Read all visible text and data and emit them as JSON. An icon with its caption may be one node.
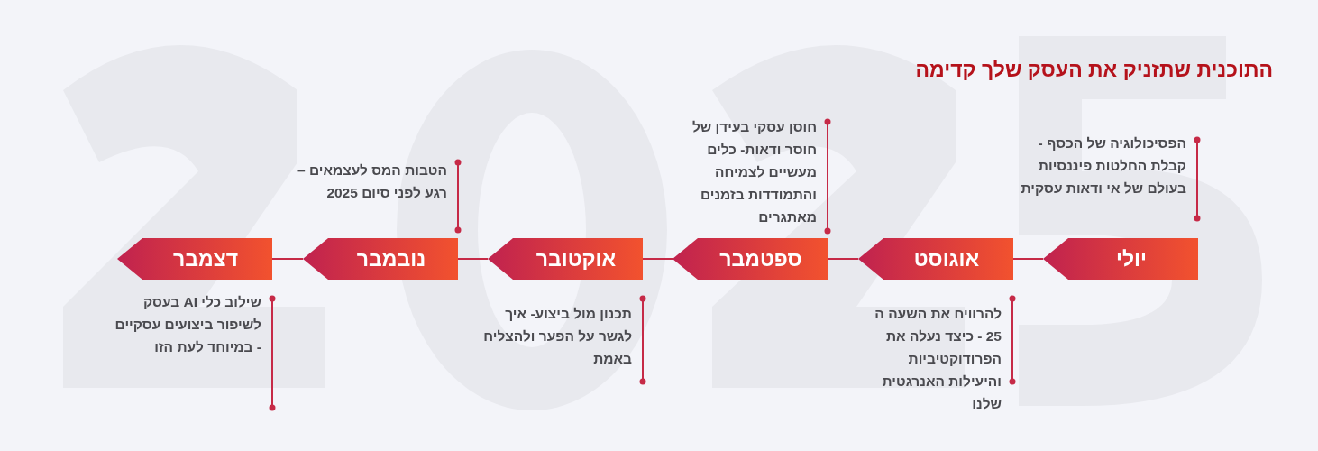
{
  "diagram": {
    "title": "התוכנית שתזניק את העסק שלך קדימה",
    "nodes": [
      {
        "text": [
          "יולי"
        ],
        "beside": [
          "הפסיכולוגיה של הכסף - קבלת החלטות פיננסיות בעולם של אי ודאות עסקית"
        ]
      },
      {
        "text": [
          "אוגוסט"
        ],
        "beside": [
          "להרוויח את השעה ה 25 - כיצד נעלה את הפרודוקטיביות והיעילות האנרגטית שלנו"
        ]
      },
      {
        "text": [
          "ספטמבר"
        ],
        "beside": [
          "חוסן עסקי בעידן של חוסר ודאות- כלים מעשיים לצמיחה והתמודדות בזמנים מאתגרים"
        ]
      },
      {
        "text": [
          "אוקטובר"
        ],
        "beside": [
          "תכנון מול ביצוע- איך לגשר על הפער ולהצליח באמת"
        ]
      },
      {
        "text": [
          "נובמבר"
        ],
        "beside": [
          "הטבות המס לעצמאים – רגע לפני סיום 2025"
        ]
      },
      {
        "text": [
          "דצמבר"
        ],
        "beside": [
          "שילוב כלי AI בעסק לשיפור ביצועים עסקיים - במיוחד לעת הזו"
        ]
      }
    ],
    "edges": [
      {
        "from": 0,
        "to": 1,
        "arrow": "none"
      },
      {
        "from": 1,
        "to": 2,
        "arrow": "none"
      },
      {
        "from": 2,
        "to": 3,
        "arrow": "none"
      },
      {
        "from": 3,
        "to": 4,
        "arrow": "none"
      },
      {
        "from": 4,
        "to": 5,
        "arrow": "none"
      }
    ]
  }
}
